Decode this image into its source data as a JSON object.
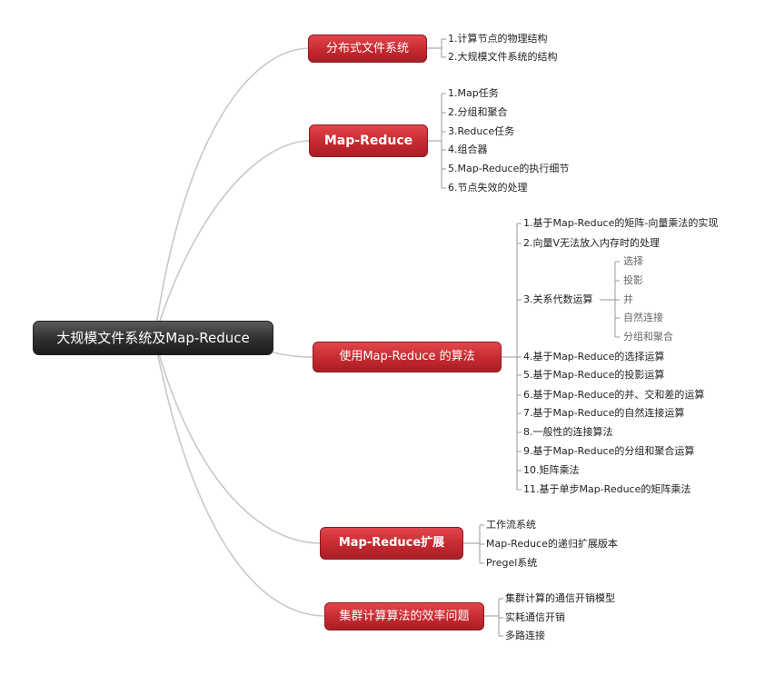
{
  "root": {
    "label": "大规模文件系统及Map-Reduce"
  },
  "branches": [
    {
      "label": "分布式文件系统",
      "children": [
        "1.计算节点的物理结构",
        "2.大规模文件系统的结构"
      ]
    },
    {
      "label": "Map-Reduce",
      "children": [
        "1.Map任务",
        "2.分组和聚合",
        "3.Reduce任务",
        "4.组合器",
        "5.Map-Reduce的执行细节",
        "6.节点失效的处理"
      ]
    },
    {
      "label": "使用Map-Reduce 的算法",
      "children": [
        "1.基于Map-Reduce的矩阵-向量乘法的实现",
        "2.向量V无法放入内存时的处理",
        "3.关系代数运算",
        "4.基于Map-Reduce的选择运算",
        "5.基于Map-Reduce的投影运算",
        "6.基于Map-Reduce的并、交和差的运算",
        "7.基于Map-Reduce的自然连接运算",
        "8.一般性的连接算法",
        "9.基于Map-Reduce的分组和聚合运算",
        "10.矩阵乘法",
        "11.基于单步Map-Reduce的矩阵乘法"
      ],
      "relational_ops": [
        "选择",
        "投影",
        "并",
        "自然连接",
        "分组和聚合"
      ]
    },
    {
      "label": "Map-Reduce扩展",
      "children": [
        "工作流系统",
        "Map-Reduce的递归扩展版本",
        "Pregel系统"
      ]
    },
    {
      "label": "集群计算算法的效率问题",
      "children": [
        "集群计算的通信开销模型",
        "实耗通信开销",
        "多路连接"
      ]
    }
  ]
}
